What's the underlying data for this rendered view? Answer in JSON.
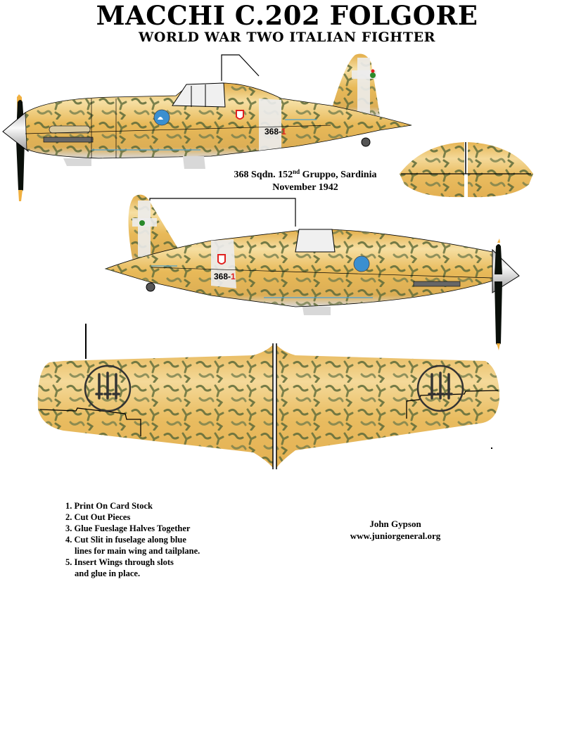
{
  "header": {
    "title": "MACCHI C.202 FOLGORE",
    "subtitle": "WORLD WAR TWO ITALIAN FIGHTER"
  },
  "caption": {
    "line1_prefix": "368 Sqdn.  152",
    "line1_superscript": "nd",
    "line1_suffix": " Gruppo, Sardinia",
    "line2": "November 1942"
  },
  "aircraft": {
    "fuselage_code_number": "368-",
    "fuselage_code_digit": "1",
    "parts": [
      "fuselage-left-side",
      "fuselage-right-side",
      "tailplane",
      "main-wing"
    ]
  },
  "instructions": [
    {
      "text": "1. Print On Card Stock",
      "cont": ""
    },
    {
      "text": "2. Cut Out Pieces",
      "cont": ""
    },
    {
      "text": "3. Glue Fueslage Halves Together",
      "cont": ""
    },
    {
      "text": "4. Cut Slit in fuselage along blue",
      "cont": "lines for main wing and tailplane."
    },
    {
      "text": "5. Insert Wings through slots",
      "cont": "and glue in place."
    }
  ],
  "credit": {
    "author": "John Gypson",
    "website": "www.juniorgeneral.org"
  },
  "colors": {
    "camo_base": "#e8b958",
    "camo_highlight": "#f5dea0",
    "camo_mottle": "#5e6b3a",
    "white_band": "#ececec",
    "roundel_blue": "#3b8fd0",
    "code_red": "#e0201e",
    "slit_line_blue": "#4a9fd0",
    "propeller": "#0a0f0a",
    "prop_tip": "#f0b040"
  }
}
